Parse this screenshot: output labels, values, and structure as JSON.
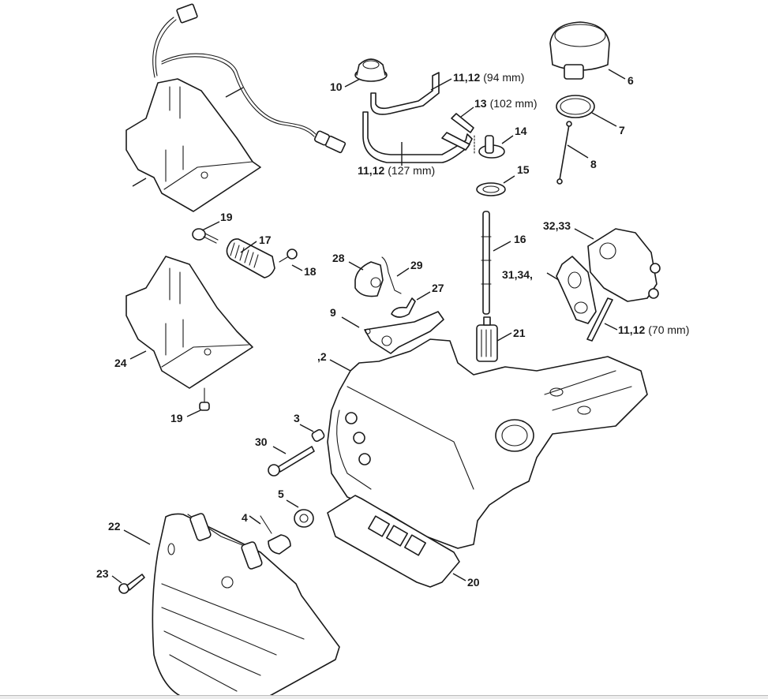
{
  "diagram": {
    "type": "exploded-parts-diagram",
    "subject": "chainsaw crankcase / tank housing assembly",
    "callouts": [
      {
        "id": "c10",
        "number": "10",
        "dimension": ""
      },
      {
        "id": "c1112a",
        "number": "11,12",
        "dimension": "(94 mm)"
      },
      {
        "id": "c13",
        "number": "13",
        "dimension": "(102 mm)"
      },
      {
        "id": "c14",
        "number": "14",
        "dimension": ""
      },
      {
        "id": "c1112b",
        "number": "11,12",
        "dimension": "(127 mm)"
      },
      {
        "id": "c15",
        "number": "15",
        "dimension": ""
      },
      {
        "id": "c6",
        "number": "6",
        "dimension": ""
      },
      {
        "id": "c7",
        "number": "7",
        "dimension": ""
      },
      {
        "id": "c8",
        "number": "8",
        "dimension": ""
      },
      {
        "id": "c19a",
        "number": "19",
        "dimension": ""
      },
      {
        "id": "c17",
        "number": "17",
        "dimension": ""
      },
      {
        "id": "c18",
        "number": "18",
        "dimension": ""
      },
      {
        "id": "c16",
        "number": "16",
        "dimension": ""
      },
      {
        "id": "c3233",
        "number": "32,33",
        "dimension": ""
      },
      {
        "id": "c3134",
        "number": "31,34,",
        "dimension": ""
      },
      {
        "id": "c1112c",
        "number": "11,12",
        "dimension": "(70 mm)"
      },
      {
        "id": "c28",
        "number": "28",
        "dimension": ""
      },
      {
        "id": "c29",
        "number": "29",
        "dimension": ""
      },
      {
        "id": "c27",
        "number": "27",
        "dimension": ""
      },
      {
        "id": "c9",
        "number": "9",
        "dimension": ""
      },
      {
        "id": "c21",
        "number": "21",
        "dimension": ""
      },
      {
        "id": "c2",
        "number": ",2",
        "dimension": ""
      },
      {
        "id": "c24",
        "number": "24",
        "dimension": ""
      },
      {
        "id": "c19b",
        "number": "19",
        "dimension": ""
      },
      {
        "id": "c3",
        "number": "3",
        "dimension": ""
      },
      {
        "id": "c30",
        "number": "30",
        "dimension": ""
      },
      {
        "id": "c5",
        "number": "5",
        "dimension": ""
      },
      {
        "id": "c4",
        "number": "4",
        "dimension": ""
      },
      {
        "id": "c22",
        "number": "22",
        "dimension": ""
      },
      {
        "id": "c23",
        "number": "23",
        "dimension": ""
      },
      {
        "id": "c20",
        "number": "20",
        "dimension": ""
      }
    ]
  }
}
